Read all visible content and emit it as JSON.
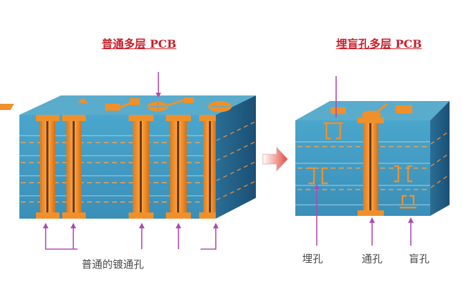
{
  "titles": {
    "left": "普通多层 PCB",
    "right": "埋盲孔多层 PCB"
  },
  "labels": {
    "plated_through_holes": "普通的镀通孔",
    "buried_via": "埋孔",
    "through_via": "通孔",
    "blind_via": "盲孔"
  },
  "colors": {
    "board_front": "#3f9ac2",
    "board_top": "#5aa8c8",
    "board_side": "#1f5f86",
    "copper": "#f0902a",
    "callout": "#b04ab0",
    "arrow": "#e25a50",
    "title": "#c8202a"
  }
}
